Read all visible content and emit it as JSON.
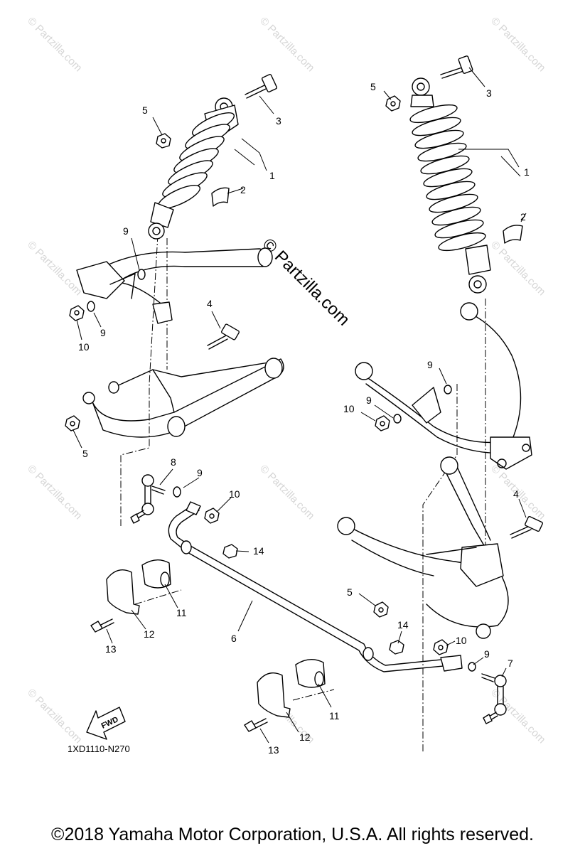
{
  "watermark": {
    "small": "© Partzilla.com",
    "big": "© Partzilla.com"
  },
  "callouts": {
    "c1": "1",
    "c2": "2",
    "c3": "3",
    "c4": "4",
    "c5": "5",
    "c6": "6",
    "c7": "7",
    "c8": "8",
    "c9": "9",
    "c10": "10",
    "c11": "11",
    "c12": "12",
    "c13": "13",
    "c14": "14"
  },
  "fwd_label": "FWD",
  "diagram_code": "1XD1110-N270",
  "copyright": "©2018  Yamaha Motor Corporation, U.S.A. All rights reserved."
}
